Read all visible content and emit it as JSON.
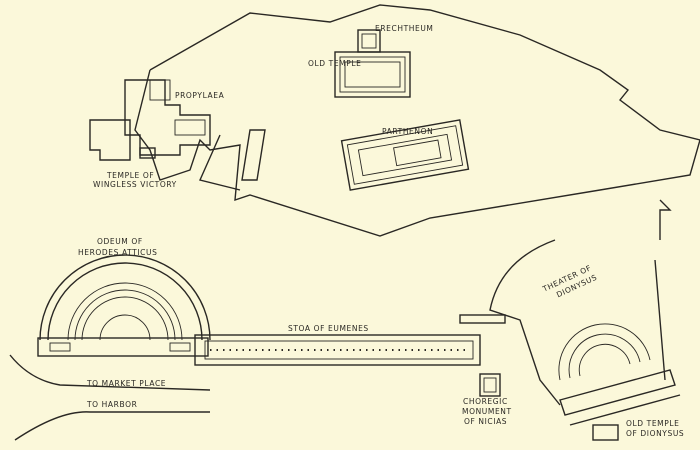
{
  "labels": {
    "erechtheum": "ERECHTHEUM",
    "old_temple": "OLD TEMPLE",
    "propylaea": "PROPYLAEA",
    "parthenon": "PARTHENON",
    "wingless_1": "TEMPLE OF",
    "wingless_2": "WINGLESS VICTORY",
    "odeum_1": "ODEUM OF",
    "odeum_2": "HERODES ATTICUS",
    "stoa": "STOA OF EUMENES",
    "market": "TO MARKET PLACE",
    "harbor": "TO HARBOR",
    "choregic_1": "CHOREGIC",
    "choregic_2": "MONUMENT",
    "choregic_3": "OF NICIAS",
    "theater_1": "THEATER OF",
    "theater_2": "DIONYSUS",
    "old_dionysus_1": "OLD TEMPLE",
    "old_dionysus_2": "OF DIONYSUS"
  },
  "colors": {
    "paper": "#fbf8da",
    "ink": "#2a2824"
  }
}
